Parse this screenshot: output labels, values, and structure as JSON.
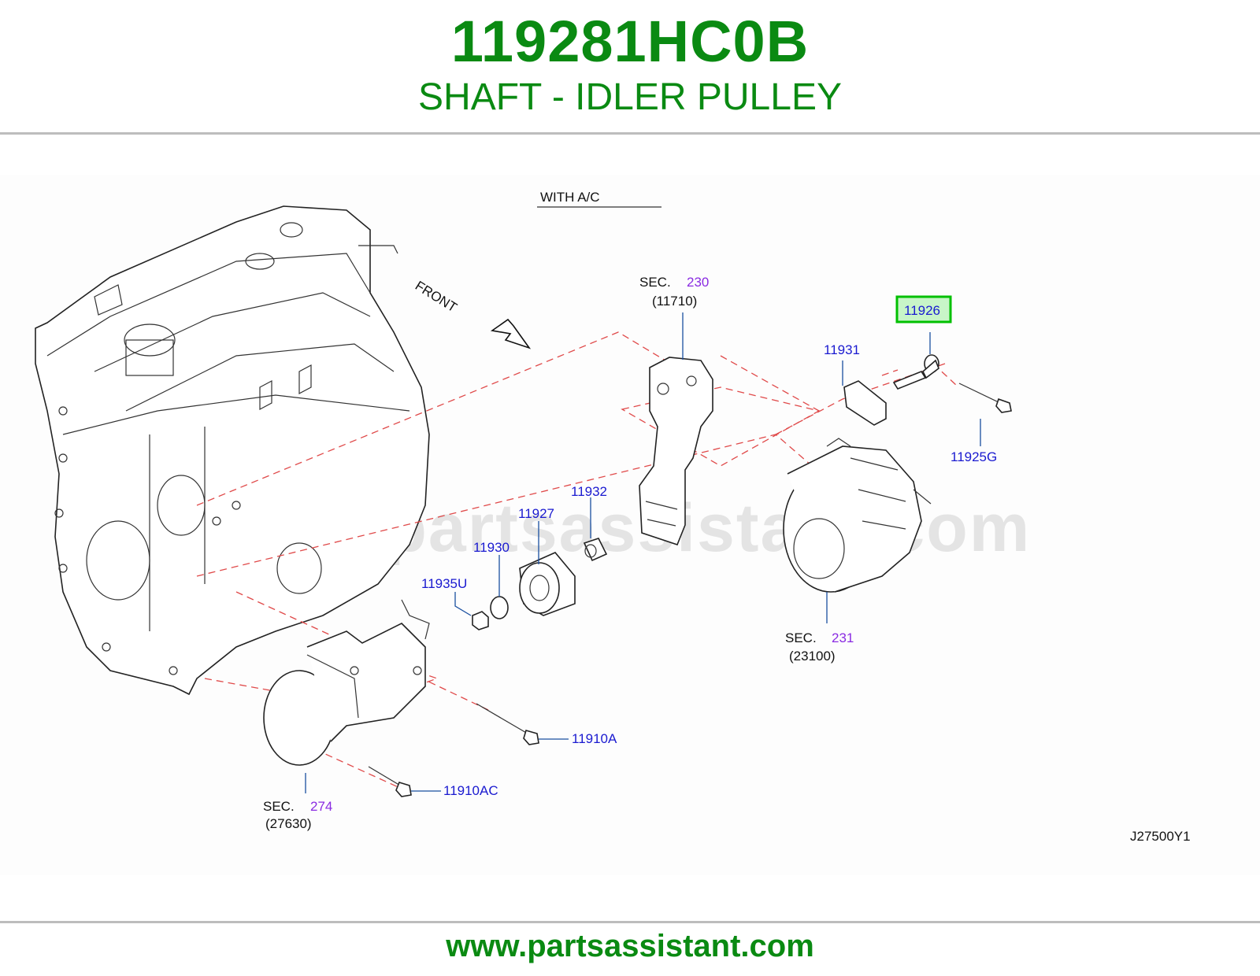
{
  "header": {
    "part_number": "119281HC0B",
    "part_name": "SHAFT - IDLER PULLEY"
  },
  "diagram": {
    "with_ac": "WITH  A/C",
    "front": "FRONT",
    "watermark": "www.partsassistant.com",
    "diagram_code": "J27500Y1",
    "highlighted_part": "11926",
    "part_labels": {
      "p11926": "11926",
      "p11931": "11931",
      "p11925g": "11925G",
      "p11932": "11932",
      "p11927": "11927",
      "p11930": "11930",
      "p11935u": "11935U",
      "p11910a": "11910A",
      "p11910ac": "11910AC"
    },
    "sections": {
      "sec230": {
        "prefix": "SEC.",
        "number": "230",
        "code": "(11710)"
      },
      "sec231": {
        "prefix": "SEC.",
        "number": "231",
        "code": "(23100)"
      },
      "sec274": {
        "prefix": "SEC.",
        "number": "274",
        "code": "(27630)"
      }
    },
    "colors": {
      "title_green": "#0a8a12",
      "label_blue": "#1a1ad0",
      "section_purple": "#8a2be2",
      "highlight_green": "#00c000",
      "highlight_fill": "#c8f5c8",
      "dash_red": "#e04a4a"
    }
  },
  "footer": {
    "url": "www.partsassistant.com"
  }
}
